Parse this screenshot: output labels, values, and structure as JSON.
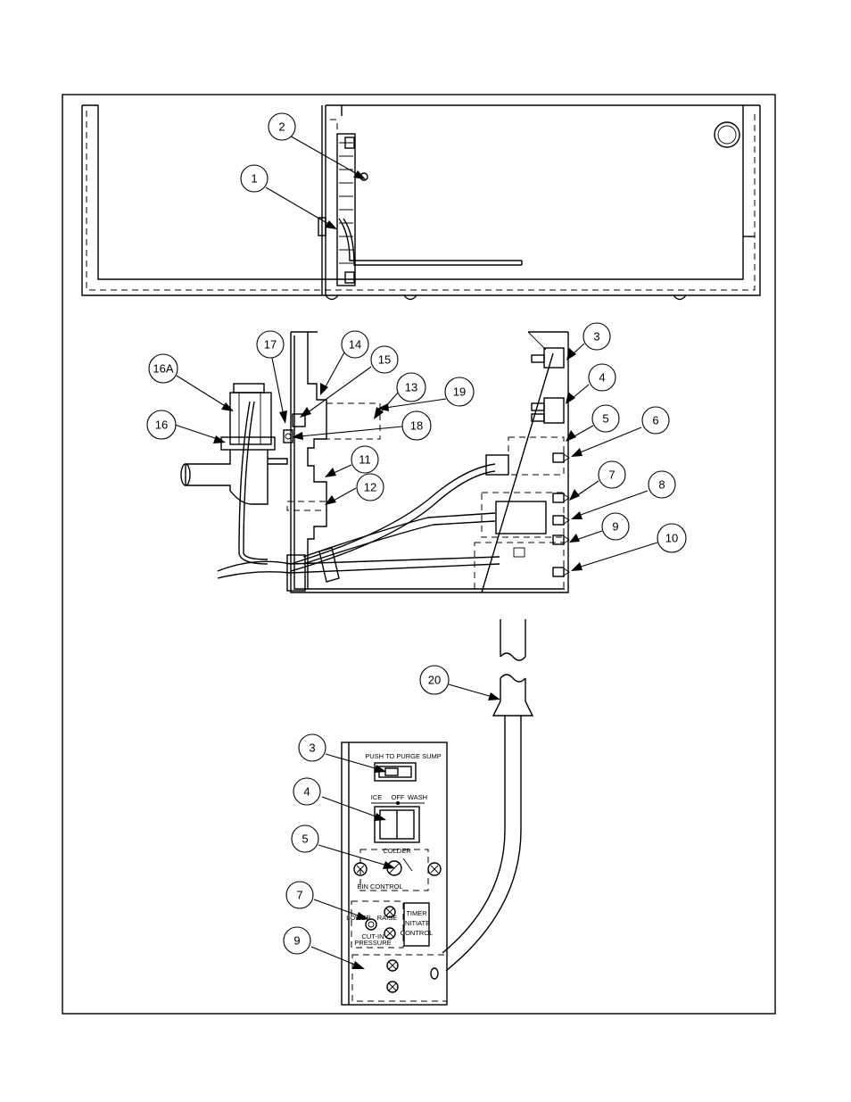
{
  "callouts": {
    "top": [
      {
        "id": "c1",
        "label": "1"
      },
      {
        "id": "c2",
        "label": "2"
      }
    ],
    "middle": [
      {
        "id": "c3",
        "label": "3"
      },
      {
        "id": "c4",
        "label": "4"
      },
      {
        "id": "c5",
        "label": "5"
      },
      {
        "id": "c6",
        "label": "6"
      },
      {
        "id": "c7",
        "label": "7"
      },
      {
        "id": "c8",
        "label": "8"
      },
      {
        "id": "c9",
        "label": "9"
      },
      {
        "id": "c10",
        "label": "10"
      },
      {
        "id": "c11",
        "label": "11"
      },
      {
        "id": "c12",
        "label": "12"
      },
      {
        "id": "c13",
        "label": "13"
      },
      {
        "id": "c14",
        "label": "14"
      },
      {
        "id": "c15",
        "label": "15"
      },
      {
        "id": "c16",
        "label": "16"
      },
      {
        "id": "c16a",
        "label": "16A"
      },
      {
        "id": "c17",
        "label": "17"
      },
      {
        "id": "c18",
        "label": "18"
      },
      {
        "id": "c19",
        "label": "19"
      },
      {
        "id": "c20",
        "label": "20"
      }
    ],
    "bottom": [
      {
        "id": "b3",
        "label": "3"
      },
      {
        "id": "b4",
        "label": "4"
      },
      {
        "id": "b5",
        "label": "5"
      },
      {
        "id": "b7",
        "label": "7"
      },
      {
        "id": "b9",
        "label": "9"
      }
    ]
  },
  "panel": {
    "purge_label": "PUSH TO PURGE SUMP",
    "switch_ice": "ICE",
    "switch_off": "OFF",
    "switch_wash": "WASH",
    "bin_colder": "COLDER",
    "bin_control": "BIN CONTROL",
    "timer_line1": "TIMER",
    "timer_line2": "INITIATE",
    "timer_line3": "CONTROL",
    "pressure_lower": "LOWER",
    "pressure_raise": "RAISE",
    "pressure_line1": "CUT-IN",
    "pressure_line2": "PRESSURE"
  }
}
